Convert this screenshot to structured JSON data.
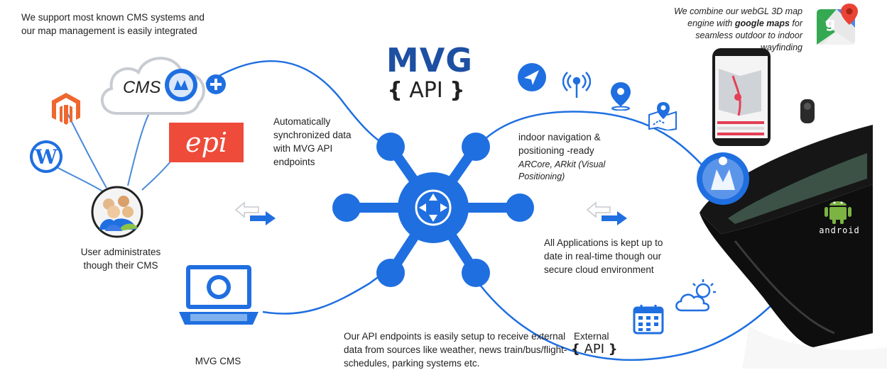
{
  "cms_support_text": "We support most known CMS systems and our map management is easily integrated",
  "cms_label": "CMS",
  "epi_logo": "epi",
  "user_admin_text": "User administrates though their CMS",
  "mvg_cms_label": "MVG CMS",
  "mvg_logo": {
    "mvg": "MVG",
    "api": "API",
    "brace_open": "{",
    "brace_close": "}"
  },
  "auto_sync_text": "Automatically synchronized data with MVG API endpoints",
  "indoor_nav_text": "indoor navigation & positioning -ready",
  "arcore_text": "ARCore, ARkit (Visual Positioning)",
  "realtime_text": "All Applications is kept up to date in real-time though our secure cloud environment",
  "external_data_text": "Our API endpoints is easily setup to receive external data from sources like weather, news train/bus/flight-schedules, parking systems etc.",
  "external_label": "External",
  "external_api": {
    "api": "API",
    "brace_open": "{",
    "brace_close": "}"
  },
  "webgl_text": {
    "part1": "We combine our webGL 3D map engine with ",
    "bold": "google maps",
    "part2": " for seamless outdoor to indoor wayfinding"
  },
  "android_label": "android",
  "colors": {
    "brand_blue": "#1d4fa3",
    "hub_blue": "#1f6fe0",
    "epi_red": "#ee4b3a",
    "magento_orange": "#ee672f",
    "android_green": "#7cb342"
  },
  "icons": [
    "cms-cloud-icon",
    "plus-icon",
    "magento-icon",
    "wordpress-icon",
    "users-icon",
    "laptop-icon",
    "arrows-icon",
    "navigation-arrow-icon",
    "broadcast-icon",
    "location-pin-icon",
    "map-pin-icon",
    "calendar-icon",
    "weather-icon",
    "google-maps-icon",
    "android-icon"
  ]
}
